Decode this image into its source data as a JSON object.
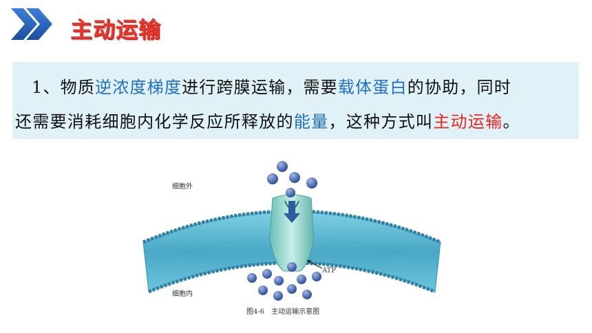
{
  "header": {
    "title": "主动运输"
  },
  "definition": {
    "line1": [
      {
        "text": "1、物质",
        "style": "normal"
      },
      {
        "text": "逆浓度梯度",
        "style": "blue"
      },
      {
        "text": "进行跨膜运输，需要",
        "style": "normal"
      },
      {
        "text": "载体蛋白",
        "style": "blue"
      },
      {
        "text": "的协助，同时",
        "style": "normal"
      }
    ],
    "line2": [
      {
        "text": "还需要消耗细胞内化学反应所释放的",
        "style": "normal"
      },
      {
        "text": "能量",
        "style": "blue"
      },
      {
        "text": "，这种方式叫",
        "style": "normal"
      },
      {
        "text": "主动运输",
        "style": "red"
      },
      {
        "text": "。",
        "style": "normal"
      }
    ]
  },
  "figure": {
    "label_outside": "细胞外",
    "label_inside": "细胞内",
    "label_atp": "ATP",
    "caption": "图4-6　主动运输示意图"
  },
  "colors": {
    "title": "#e8382f",
    "emphasis_blue": "#1f6fc4",
    "emphasis_red": "#e8261f",
    "box_bg": "#e0f2f7",
    "membrane": "#5fb8cf",
    "molecule": "#3f63a8"
  },
  "icons": {
    "header": "double-chevron-right-icon"
  }
}
